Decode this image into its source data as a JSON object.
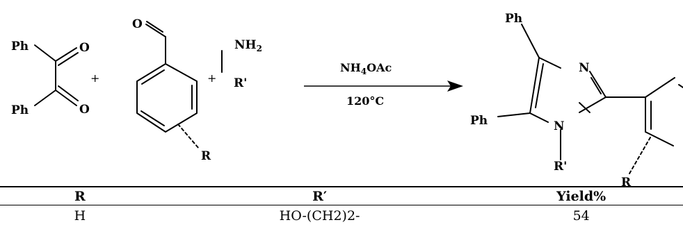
{
  "reactants": {
    "benzil": {
      "group_top": "Ph",
      "group_bottom": "Ph",
      "o_top": "O",
      "o_bottom": "O"
    },
    "plus_1": "+",
    "aldehyde": {
      "o": "O",
      "substituent": "R"
    },
    "plus_2": "+",
    "amine": {
      "nh": "NH",
      "nh_sub": "2",
      "r_prime": "R'"
    }
  },
  "conditions": {
    "reagent_main": "NH",
    "reagent_sub": "4",
    "reagent_tail": "OAc",
    "temperature": "120°C"
  },
  "product": {
    "ph_top": "Ph",
    "ph_left": "Ph",
    "n_top": "N",
    "n_bottom": "N",
    "r_prime": "R'",
    "substituent": "R"
  },
  "table": {
    "headers": [
      "R",
      "R′",
      "Yield%"
    ],
    "rows": [
      [
        "H",
        "HO-(CH2)2-",
        "54"
      ]
    ]
  }
}
